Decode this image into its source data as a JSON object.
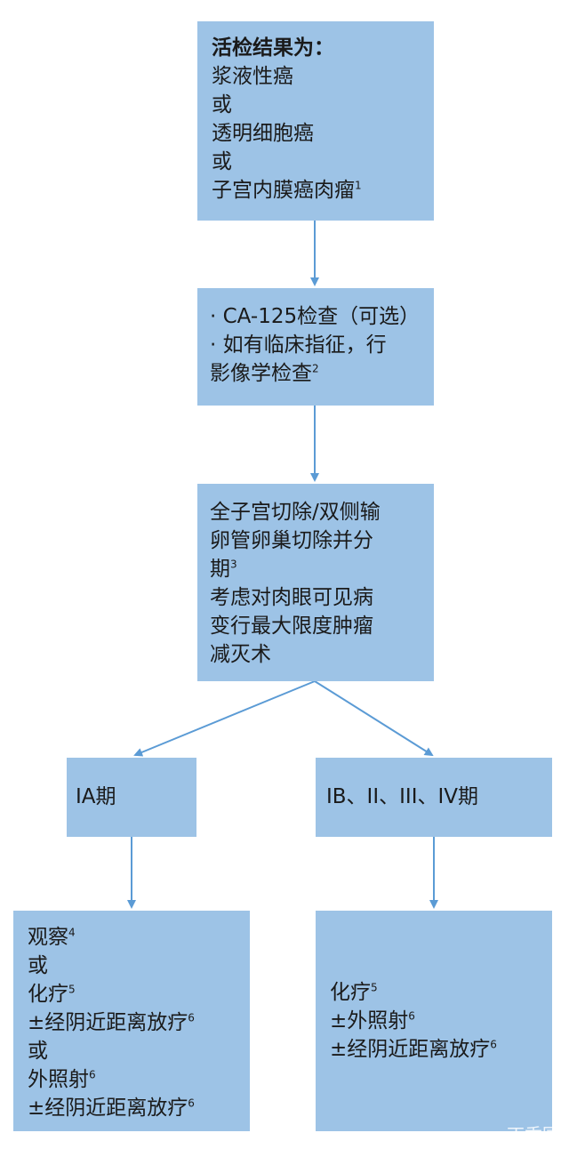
{
  "colors": {
    "box_fill": "#9dc3e6",
    "arrow": "#5b9bd5"
  },
  "boxes": {
    "biopsy": {
      "title": "活检结果为：",
      "lines": [
        "浆液性癌",
        "或",
        "透明细胞癌",
        "或",
        "子宫内膜癌肉瘤"
      ],
      "last_sup": "1"
    },
    "workup": {
      "lines": [
        "· CA-125检查（可选）",
        "· 如有临床指征，行",
        "影像学检查"
      ],
      "last_sup": "2"
    },
    "surgery": {
      "lines": [
        "全子宫切除/双侧输",
        "卵管卵巢切除并分",
        "期",
        "考虑对肉眼可见病",
        "变行最大限度肿瘤",
        "减灭术"
      ],
      "sup_line3": "3"
    },
    "stage_ia": {
      "label": "IA期"
    },
    "stage_ib_iv": {
      "label": "IB、II、III、IV期"
    },
    "treatment_ia": {
      "lines": [
        "观察",
        "或",
        "化疗",
        "±经阴近距离放疗",
        "或",
        "外照射",
        "±经阴近距离放疗"
      ],
      "sups": [
        "4",
        "",
        "5",
        "6",
        "",
        "6",
        "6"
      ]
    },
    "treatment_ib_iv": {
      "lines": [
        "化疗",
        "±外照射",
        "±经阴近距离放疗"
      ],
      "sups": [
        "5",
        "6",
        "6"
      ]
    }
  },
  "watermark": "丁香园"
}
